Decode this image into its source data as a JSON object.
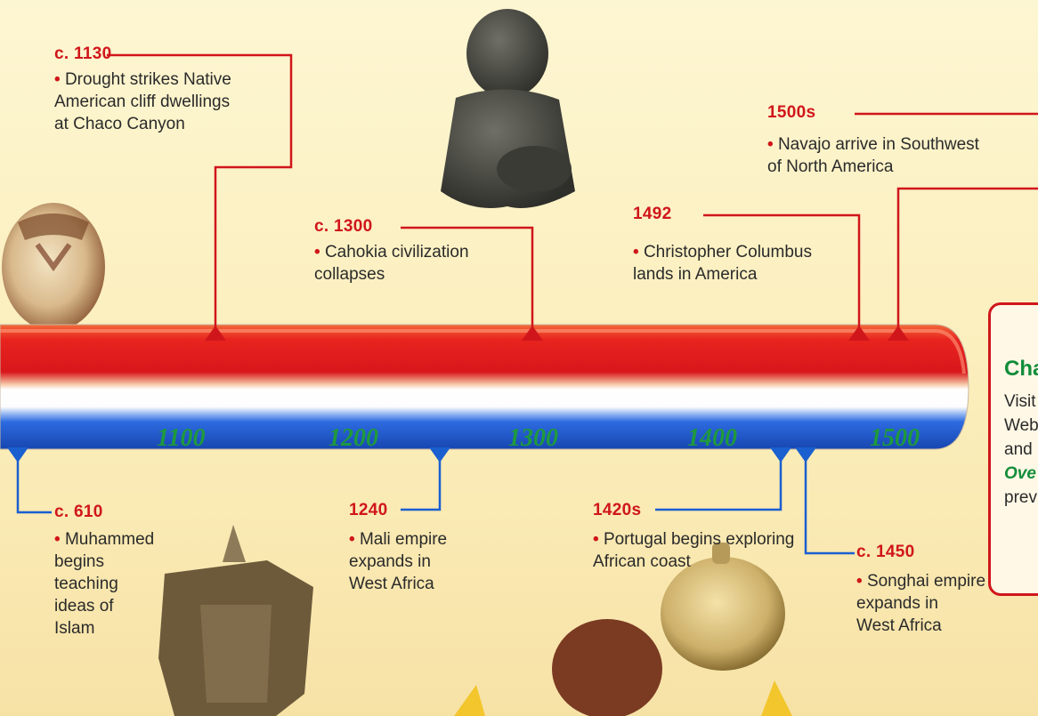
{
  "axis_labels": [
    "1100",
    "1200",
    "1300",
    "1400",
    "1500"
  ],
  "events_above": [
    {
      "year": "c. 1130",
      "text": "Drought strikes Native\nAmerican cliff dwellings\nat Chaco Canyon"
    },
    {
      "year": "c. 1300",
      "text": "Cahokia civilization\ncollapses"
    },
    {
      "year": "1492",
      "text": "Christopher Columbus\nlands in America"
    },
    {
      "year": "1500s",
      "text": "Navajo arrive in Southwest\nof North America"
    }
  ],
  "events_below": [
    {
      "year": "c. 610",
      "text": "Muhammed\nbegins\nteaching\nideas of\nIslam"
    },
    {
      "year": "1240",
      "text": "Mali empire\nexpands in\nWest Africa"
    },
    {
      "year": "1420s",
      "text": "Portugal begins exploring\nAfrican coast"
    },
    {
      "year": "c. 1450",
      "text": "Songhai empire\nexpands in\nWest Africa"
    }
  ],
  "side_panel": {
    "title": "Cha",
    "lines": [
      "Visit",
      "Web",
      "and",
      "Ove",
      "prev"
    ]
  },
  "colors": {
    "red": "#d0161b",
    "blue": "#1a5fd0",
    "green": "#1f9a3c",
    "accent_green": "#118d3a"
  }
}
